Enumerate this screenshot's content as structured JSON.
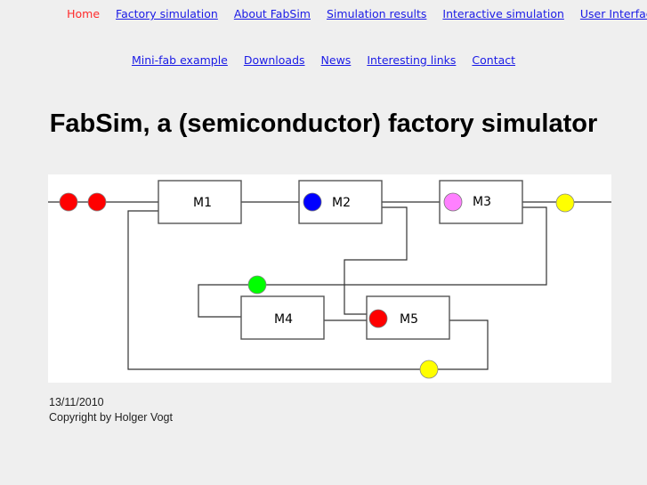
{
  "nav": {
    "row1": [
      {
        "label": "Home",
        "current": true
      },
      {
        "label": "Factory simulation"
      },
      {
        "label": "About FabSim"
      },
      {
        "label": "Simulation results"
      },
      {
        "label": "Interactive simulation"
      },
      {
        "label": "User Interfaces"
      }
    ],
    "row2": [
      {
        "label": "Mini-fab example"
      },
      {
        "label": "Downloads"
      },
      {
        "label": "News"
      },
      {
        "label": "Interesting links"
      },
      {
        "label": "Contact"
      }
    ]
  },
  "page_title": "FabSim, a (semiconductor) factory simulator",
  "diagram": {
    "machines": [
      {
        "id": "M1",
        "label": "M1",
        "lot_color": null
      },
      {
        "id": "M2",
        "label": "M2",
        "lot_color": "#0000ff"
      },
      {
        "id": "M3",
        "label": "M3",
        "lot_color": "#ff80ff"
      },
      {
        "id": "M4",
        "label": "M4",
        "lot_color": null
      },
      {
        "id": "M5",
        "label": "M5",
        "lot_color": "#ff0000"
      }
    ],
    "queue_lots": [
      {
        "location": "before-M1",
        "color": "#ff0000"
      },
      {
        "location": "before-M1",
        "color": "#ff0000"
      },
      {
        "location": "after-M3",
        "color": "#ffff00"
      },
      {
        "location": "loop-to-M4",
        "color": "#00ff00"
      },
      {
        "location": "return-to-M1",
        "color": "#ffff00"
      }
    ]
  },
  "footer": {
    "date": "13/11/2010",
    "copyright": "Copyright by Holger Vogt"
  }
}
